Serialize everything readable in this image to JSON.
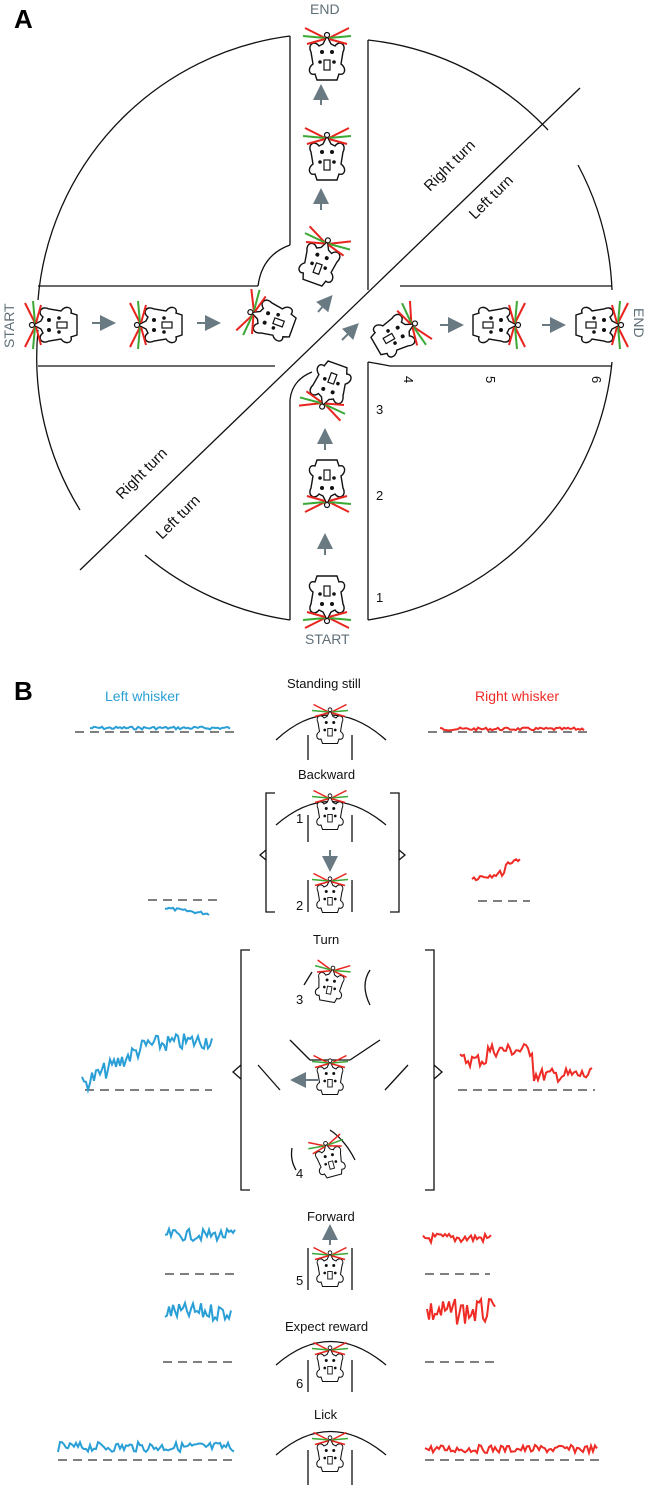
{
  "panels": {
    "a": {
      "letter": "A"
    },
    "b": {
      "letter": "B"
    }
  },
  "maze": {
    "start_top": "START",
    "end_top": "END",
    "start_left": "START",
    "end_right": "END",
    "right_turn_upper": "Right turn",
    "left_turn_upper": "Left turn",
    "right_turn_lower": "Right turn",
    "left_turn_lower": "Left turn",
    "positions": [
      "1",
      "2",
      "3",
      "4",
      "5",
      "6"
    ]
  },
  "legend": {
    "left_whisker": "Left whisker",
    "right_whisker": "Right whisker",
    "left_color": "#2a9fd6",
    "right_color": "#ee2b24"
  },
  "behaviors": [
    {
      "id": "standing",
      "label": "Standing still"
    },
    {
      "id": "backward",
      "label": "Backward",
      "steps": [
        "1",
        "2"
      ]
    },
    {
      "id": "turn",
      "label": "Turn",
      "steps": [
        "3",
        "4"
      ]
    },
    {
      "id": "forward",
      "label": "Forward",
      "steps": [
        "5"
      ]
    },
    {
      "id": "expect",
      "label": "Expect reward",
      "steps": [
        "6"
      ]
    },
    {
      "id": "lick",
      "label": "Lick"
    }
  ],
  "colors": {
    "whisker_red": "#e8241f",
    "whisker_green": "#3aa935",
    "arrow": "#6a7a82"
  }
}
